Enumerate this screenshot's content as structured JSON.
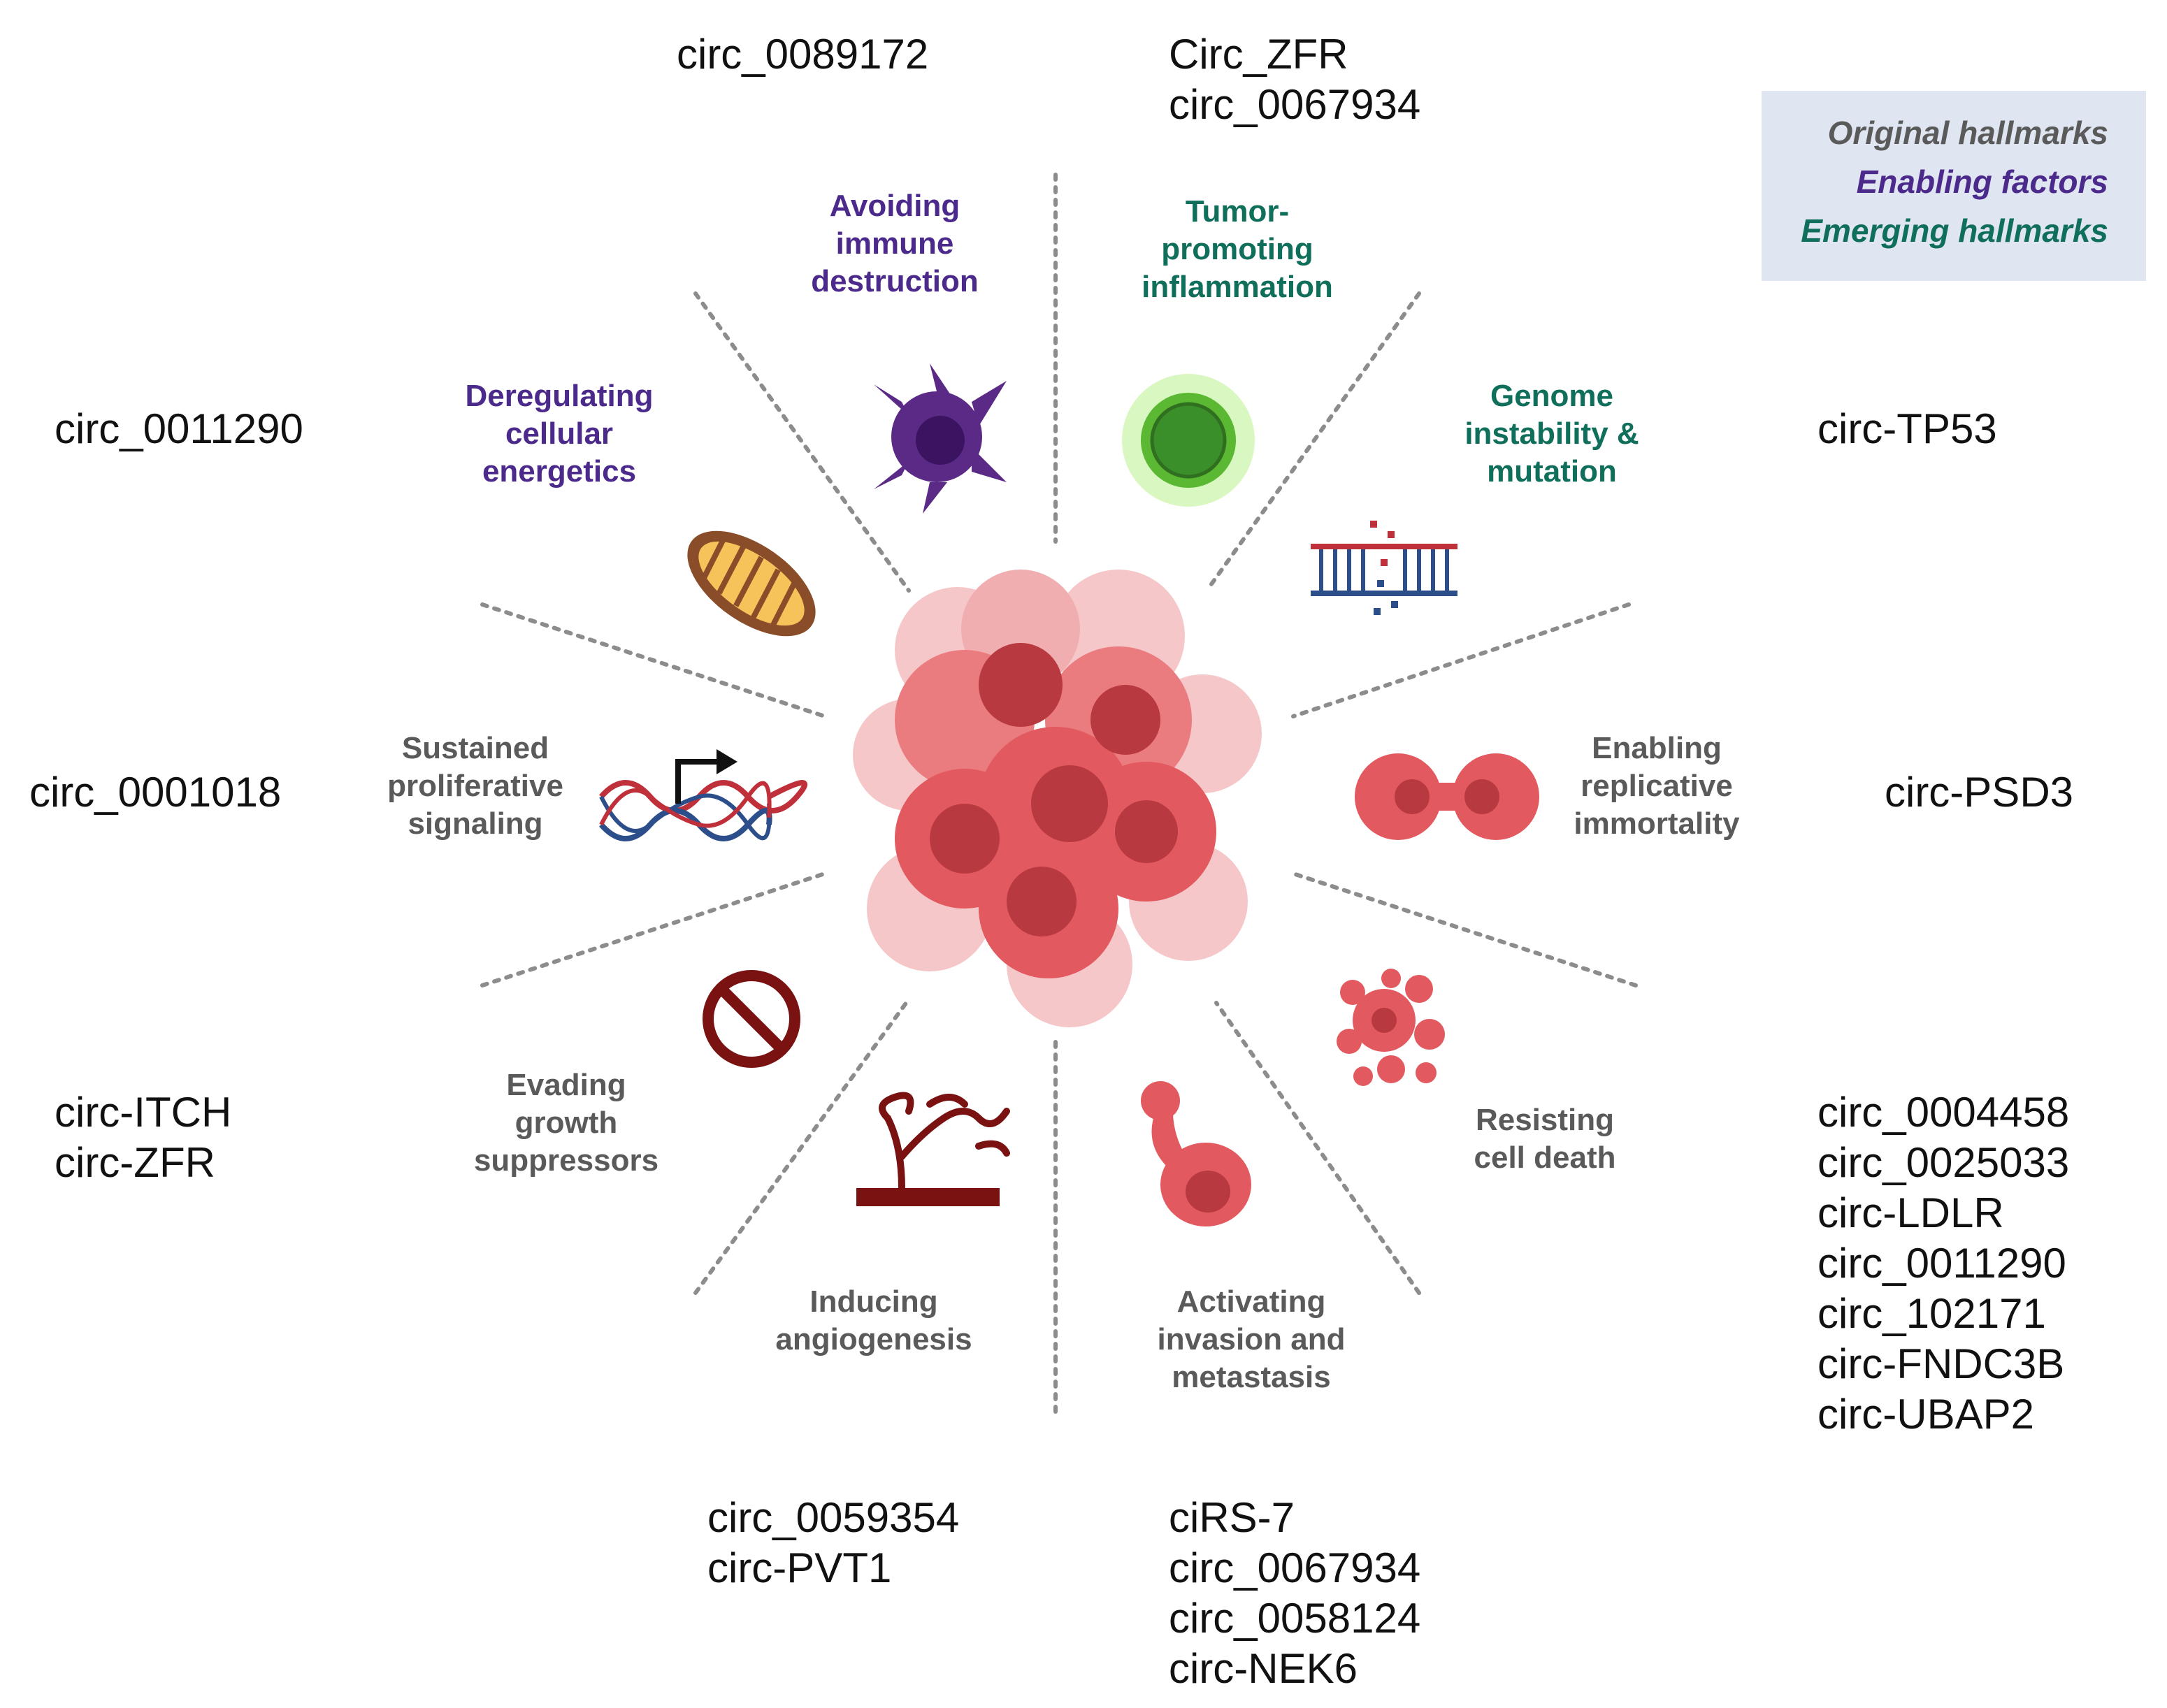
{
  "colors": {
    "original": "#5a5a5a",
    "enabling": "#4b2a8c",
    "emerging": "#0f6f5a",
    "cell": "#e25a5f",
    "legend_bg": "#dfe6f1"
  },
  "legend": {
    "original": "Original hallmarks",
    "enabling": "Enabling factors",
    "emerging": "Emerging hallmarks"
  },
  "hallmarks": {
    "avoiding_immune": "Avoiding\nimmune\ndestruction",
    "tumor_inflammation": "Tumor-\npromoting\ninflammation",
    "genome_instability": "Genome\ninstability &\nmutation",
    "replicative_immortality": "Enabling\nreplicative\nimmortality",
    "resisting_death": "Resisting\ncell death",
    "invasion_metastasis": "Activating\ninvasion and\nmetastasis",
    "angiogenesis": "Inducing\nangiogenesis",
    "growth_suppressors": "Evading\ngrowth\nsuppressors",
    "proliferative_signaling": "Sustained\nproliferative\nsignaling",
    "cellular_energetics": "Deregulating\ncellular\nenergetics"
  },
  "circrnas": {
    "immune": "circ_0089172",
    "inflammation": "Circ_ZFR\ncirc_0067934",
    "genome": "circ-TP53",
    "immortality": "circ-PSD3",
    "death": "circ_0004458\ncirc_0025033\ncirc-LDLR\ncirc_0011290\ncirc_102171\ncirc-FNDC3B\ncirc-UBAP2",
    "invasion": "ciRS-7\ncirc_0067934\ncirc_0058124\ncirc-NEK6",
    "angiogenesis": "circ_0059354\ncirc-PVT1",
    "suppressors": "circ-ITCH\ncirc-ZFR",
    "proliferative": "circ_0001018",
    "energetics": "circ_0011290"
  }
}
